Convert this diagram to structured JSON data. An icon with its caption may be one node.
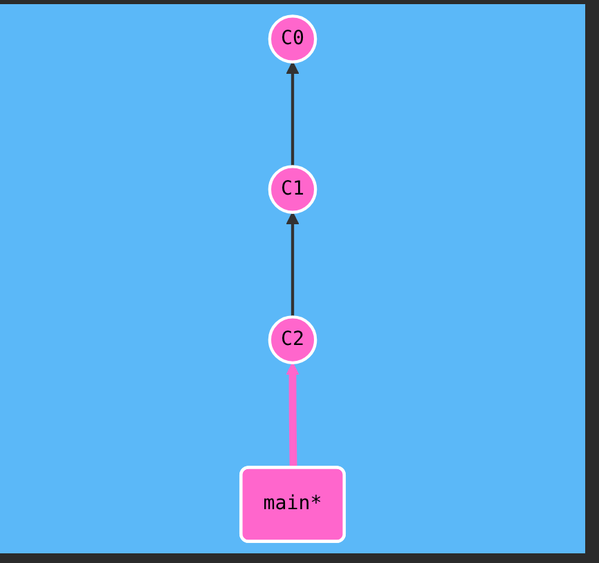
{
  "diagram": {
    "nodes": [
      {
        "text": [
          "C0"
        ]
      },
      {
        "text": [
          "C1"
        ]
      },
      {
        "text": [
          "C2"
        ]
      },
      {
        "text": [
          "main*"
        ]
      }
    ],
    "edges": [
      {
        "from": 1,
        "to": 0,
        "arrow": "to"
      },
      {
        "from": 2,
        "to": 1,
        "arrow": "to"
      },
      {
        "from": 3,
        "to": 2,
        "arrow": "to",
        "style": "thick",
        "color": "#ff66cc"
      }
    ]
  }
}
